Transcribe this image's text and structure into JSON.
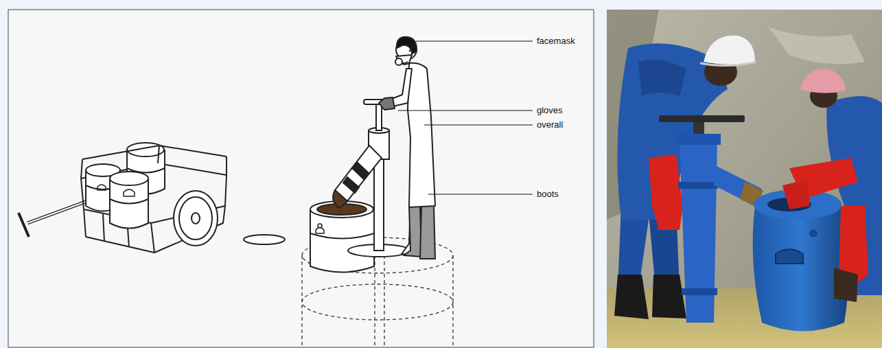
{
  "diagram": {
    "labels": [
      "facemask",
      "gloves",
      "overall",
      "boots"
    ]
  }
}
